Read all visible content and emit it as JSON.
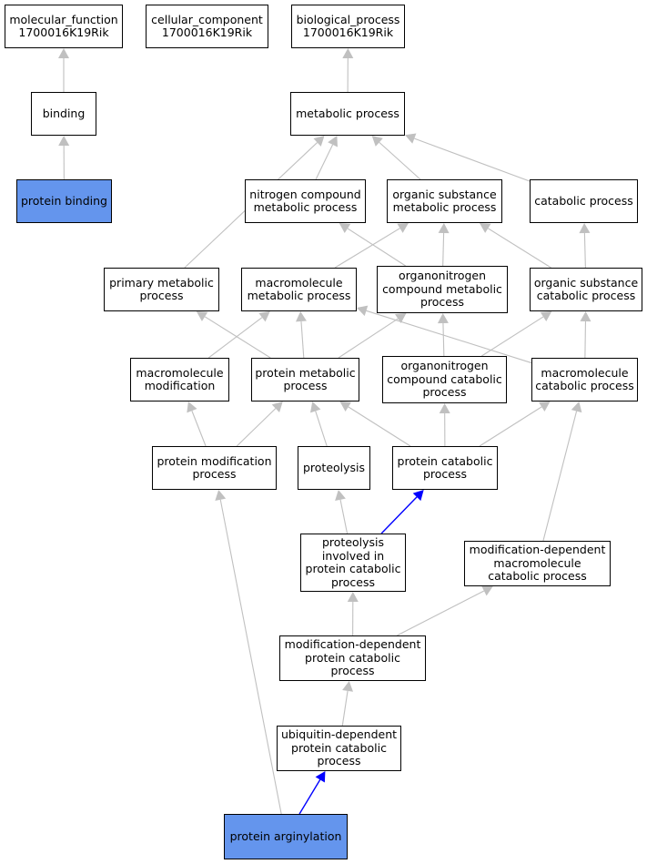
{
  "colors": {
    "edge": "#c0c0c0",
    "highlight_edge": "#0000ff",
    "highlight_fill": "#6495ed"
  },
  "nodes": [
    {
      "id": "mf",
      "label": "molecular_function\n1700016K19Rik"
    },
    {
      "id": "cc",
      "label": "cellular_component\n1700016K19Rik"
    },
    {
      "id": "bp",
      "label": "biological_process\n1700016K19Rik"
    },
    {
      "id": "binding",
      "label": "binding"
    },
    {
      "id": "metabolic",
      "label": "metabolic process"
    },
    {
      "id": "protbinding",
      "label": "protein binding",
      "highlight": true
    },
    {
      "id": "nitrogen",
      "label": "nitrogen compound\nmetabolic process"
    },
    {
      "id": "orgsub",
      "label": "organic substance\nmetabolic process"
    },
    {
      "id": "catabolic",
      "label": "catabolic process"
    },
    {
      "id": "primary",
      "label": "primary metabolic\nprocess"
    },
    {
      "id": "macromet",
      "label": "macromolecule\nmetabolic process"
    },
    {
      "id": "orgnitro",
      "label": "organonitrogen\ncompound metabolic\nprocess"
    },
    {
      "id": "orgsubcat",
      "label": "organic substance\ncatabolic process"
    },
    {
      "id": "macromod",
      "label": "macromolecule\nmodification"
    },
    {
      "id": "protmet",
      "label": "protein metabolic\nprocess"
    },
    {
      "id": "orgnitrocat",
      "label": "organonitrogen\ncompound catabolic\nprocess"
    },
    {
      "id": "macrocat",
      "label": "macromolecule\ncatabolic process"
    },
    {
      "id": "protmod",
      "label": "protein modification\nprocess"
    },
    {
      "id": "proteolysis",
      "label": "proteolysis"
    },
    {
      "id": "protcat",
      "label": "protein catabolic\nprocess"
    },
    {
      "id": "proteolysiscat",
      "label": "proteolysis\ninvolved in\nprotein catabolic\nprocess"
    },
    {
      "id": "moddepmacro",
      "label": "modification-dependent\nmacromolecule\ncatabolic process"
    },
    {
      "id": "moddepprot",
      "label": "modification-dependent\nprotein catabolic\nprocess"
    },
    {
      "id": "ubiq",
      "label": "ubiquitin-dependent\nprotein catabolic\nprocess"
    },
    {
      "id": "arginylation",
      "label": "protein arginylation",
      "highlight": true
    }
  ]
}
